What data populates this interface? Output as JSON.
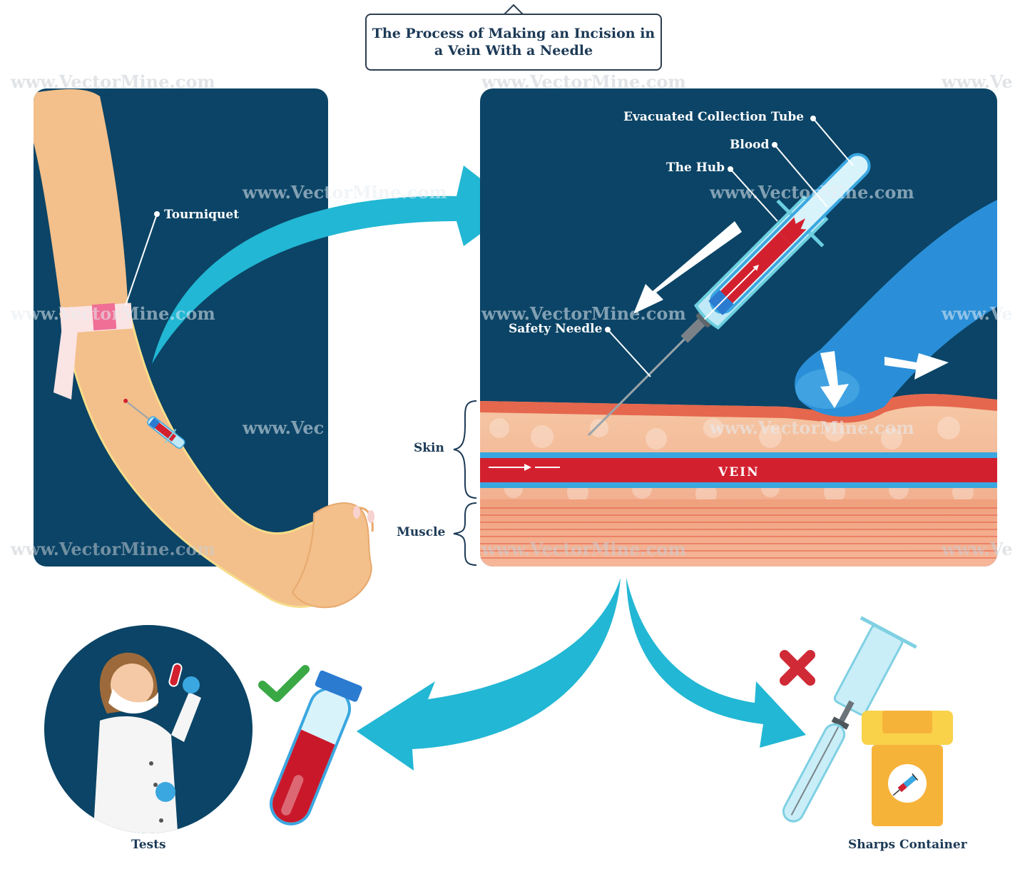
{
  "title": {
    "line1": "The Process of Making an Incision in",
    "line2": "a Vein With a Needle"
  },
  "left_panel": {
    "labels": {
      "tourniquet": "Tourniquet"
    }
  },
  "right_panel": {
    "labels": {
      "evacuated_tube": "Evacuated Collection Tube",
      "blood": "Blood",
      "hub": "The Hub",
      "safety_needle": "Safety Needle",
      "vein": "VEIN",
      "skin": "Skin",
      "muscle": "Muscle"
    }
  },
  "outcomes": {
    "tests": {
      "label": "Tests",
      "status_icon": "checkmark-icon"
    },
    "sharps": {
      "label": "Sharps Container",
      "status_icon": "cross-icon"
    }
  },
  "watermark": {
    "text": "www.VectorMine.com",
    "short_a": "www.Vec",
    "short_b": "www.Ve"
  },
  "colors": {
    "panel_bg": "#0b4466",
    "arrow_cyan": "#22b7d4",
    "skin_tone": "#f3bf8a",
    "blood_red": "#d3202f",
    "vein_blue": "#3aa7e0",
    "check_green": "#3aa845",
    "cross_red": "#cf2a36",
    "container_yellow": "#f6b33a",
    "title_text": "#1c3a56"
  }
}
